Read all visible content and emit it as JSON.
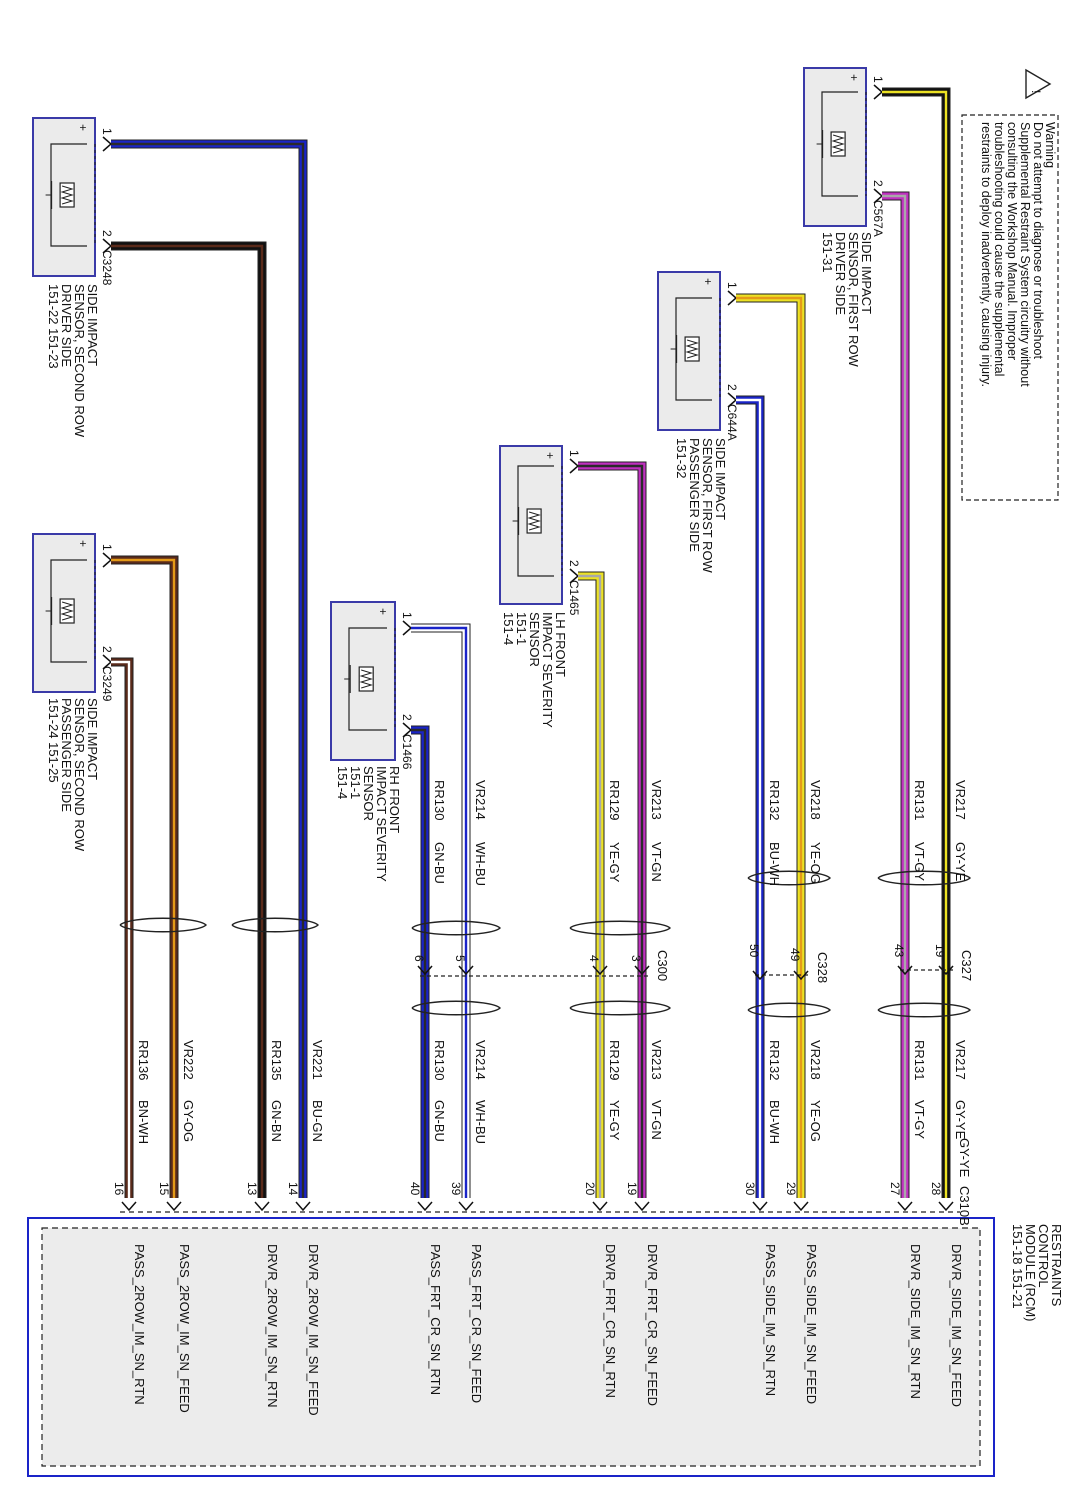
{
  "colors": {
    "VT": "#c02fc0",
    "BU": "#1a24c8",
    "GN": "#2a2a2a",
    "YE": "#ece224",
    "GY": "#a8a8a8",
    "OG": "#e49a18",
    "BN": "#5a2a1a",
    "WH": "#ffffff",
    "BK": "#111111",
    "module_border": "#1a24c8",
    "module_fill": "#ececec"
  },
  "warning": {
    "title": "Warning",
    "lines": [
      "Do not attempt to diagnose or troubleshoot",
      "Supplemental Restraint System circuitry without",
      "consulting the Workshop Manual. Improper",
      "troubleshooting could cause the supplemental",
      "restraints to deploy inadvertently, causing injury."
    ]
  },
  "module": {
    "title_lines": [
      "RESTRAINTS",
      "CONTROL",
      "MODULE (RCM)",
      "151-18   151-21"
    ],
    "connector": "C310B"
  },
  "components": [
    {
      "id": "s1",
      "title_lines": [
        "SIDE IMPACT",
        "SENSOR, FIRST ROW",
        "DRIVER SIDE",
        "151-31"
      ],
      "connector": "C567A",
      "pins": [
        "1",
        "2"
      ]
    },
    {
      "id": "s2",
      "title_lines": [
        "SIDE IMPACT",
        "SENSOR, FIRST ROW",
        "PASSENGER SIDE",
        "151-32"
      ],
      "connector": "C644A",
      "pins": [
        "1",
        "2"
      ]
    },
    {
      "id": "s3",
      "title_lines": [
        "LH FRONT",
        "IMPACT SEVERITY",
        "SENSOR",
        "151-1",
        "151-4"
      ],
      "connector": "C1465",
      "pins": [
        "1",
        "2"
      ]
    },
    {
      "id": "s4",
      "title_lines": [
        "RH FRONT",
        "IMPACT SEVERITY",
        "SENSOR",
        "151-1",
        "151-4"
      ],
      "connector": "C1466",
      "pins": [
        "1",
        "2"
      ]
    },
    {
      "id": "s5",
      "title_lines": [
        "SIDE IMPACT",
        "SENSOR, SECOND ROW",
        "DRIVER SIDE",
        "151-22   151-23"
      ],
      "connector": "C3248",
      "pins": [
        "1",
        "2"
      ]
    },
    {
      "id": "s6",
      "title_lines": [
        "SIDE IMPACT",
        "SENSOR, SECOND ROW",
        "PASSENGER SIDE",
        "151-24   151-25"
      ],
      "connector": "C3249",
      "pins": [
        "1",
        "2"
      ]
    }
  ],
  "inline_connectors": [
    {
      "name": "C327",
      "pins": [
        "19",
        "43"
      ]
    },
    {
      "name": "C328",
      "pins": [
        "49",
        "50"
      ]
    },
    {
      "name": "C300",
      "pins": [
        "3",
        "4",
        "5",
        "6"
      ]
    }
  ],
  "wires": [
    {
      "circuit": "VR217",
      "color": "GY-YE",
      "inline_pin": "19",
      "rcm_pin": "28",
      "signal": "DRVR_SIDE_IM_SN_FEED"
    },
    {
      "circuit": "RR131",
      "color": "VT-GY",
      "inline_pin": "43",
      "rcm_pin": "27",
      "signal": "DRVR_SIDE_IM_SN_RTN"
    },
    {
      "circuit": "VR218",
      "color": "YE-OG",
      "inline_pin": "49",
      "rcm_pin": "29",
      "signal": "PASS_SIDE_IM_SN_FEED"
    },
    {
      "circuit": "RR132",
      "color": "BU-WH",
      "inline_pin": "50",
      "rcm_pin": "30",
      "signal": "PASS_SIDE_IM_SN_RTN"
    },
    {
      "circuit": "VR213",
      "color": "VT-GN",
      "inline_pin": "3",
      "rcm_pin": "19",
      "signal": "DRVR_FRT_CR_SN_FEED"
    },
    {
      "circuit": "RR129",
      "color": "YE-GY",
      "inline_pin": "4",
      "rcm_pin": "20",
      "signal": "DRVR_FRT_CR_SN_RTN"
    },
    {
      "circuit": "VR214",
      "color": "WH-BU",
      "inline_pin": "5",
      "rcm_pin": "39",
      "signal": "PASS_FRT_CR_SN_FEED"
    },
    {
      "circuit": "RR130",
      "color": "GN-BU",
      "inline_pin": "6",
      "rcm_pin": "40",
      "signal": "PASS_FRT_CR_SN_RTN"
    },
    {
      "circuit": "VR221",
      "color": "BU-GN",
      "inline_pin": "",
      "rcm_pin": "14",
      "signal": "DRVR_2ROW_IM_SN_FEED"
    },
    {
      "circuit": "RR135",
      "color": "GN-BN",
      "inline_pin": "",
      "rcm_pin": "13",
      "signal": "DRVR_2ROW_IM_SN_RTN"
    },
    {
      "circuit": "VR222",
      "color": "GY-OG",
      "inline_pin": "",
      "rcm_pin": "15",
      "signal": "PASS_2ROW_IM_SN_FEED"
    },
    {
      "circuit": "RR136",
      "color": "BN-WH",
      "inline_pin": "",
      "rcm_pin": "16",
      "signal": "PASS_2ROW_IM_SN_RTN"
    }
  ]
}
